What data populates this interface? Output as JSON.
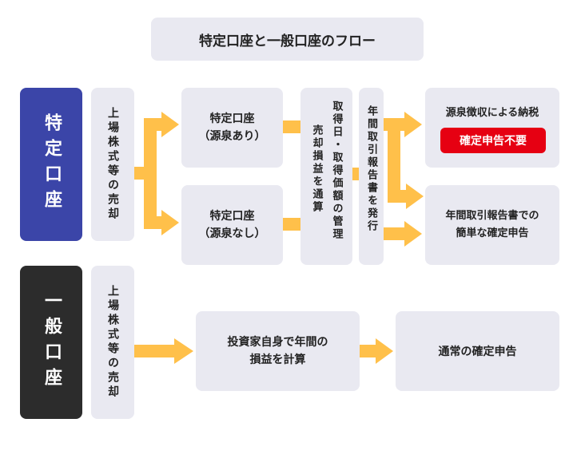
{
  "title": "特定口座と一般口座のフロー",
  "colors": {
    "box_bg": "#e9e9f1",
    "arrow": "#ffc04a",
    "tokutei": "#3b45a8",
    "ippan": "#2c2c2c",
    "badge": "#e60012"
  },
  "tokutei": {
    "category": "特定口座",
    "sale": "上場株式等の売却",
    "with_withholding": "特定口座\n（源泉あり）",
    "without_withholding": "特定口座\n（源泉なし）",
    "manage": "取得日・取得価額の管理",
    "offset": "売却損益を通算",
    "report": "年間取引報告書を発行",
    "result_withholding": "源泉徴収による納税",
    "no_filing_badge": "確定申告不要",
    "result_simple": "年間取引報告書での\n簡単な確定申告"
  },
  "ippan": {
    "category": "一般口座",
    "sale": "上場株式等の売却",
    "self_calc": "投資家自身で年間の\n損益を計算",
    "result_normal": "通常の確定申告"
  }
}
